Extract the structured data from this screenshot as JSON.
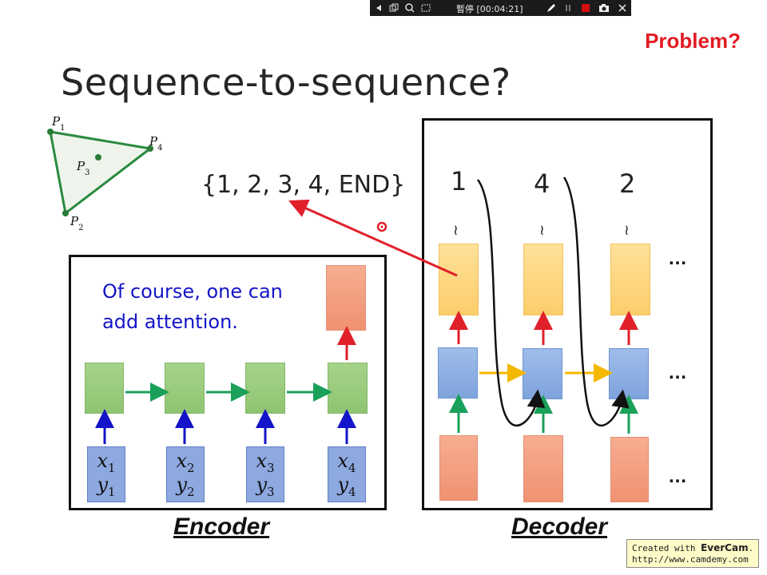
{
  "toolbar": {
    "status": "暫停",
    "time": "[00:04:21]",
    "icons": [
      "close-icon",
      "minimize-icon",
      "restore-icon",
      "zoom-icon",
      "region-icon",
      "pen-icon",
      "pause-icon",
      "stop-icon",
      "camera-icon",
      "exit-icon"
    ]
  },
  "slide": {
    "problem_label": "Problem?",
    "title": "Sequence-to-sequence?",
    "set_text": "{1, 2, 3, 4, END}",
    "attention_note_line1": "Of course, one can",
    "attention_note_line2": "add attention.",
    "triangle": {
      "p1": "P",
      "p1_sub": "1",
      "p2": "P",
      "p2_sub": "2",
      "p3": "P",
      "p3_sub": "3",
      "p4": "P",
      "p4_sub": "4"
    },
    "encoder": {
      "label": "Encoder",
      "inputs": [
        {
          "x": "x",
          "x_sub": "1",
          "y": "y",
          "y_sub": "1"
        },
        {
          "x": "x",
          "x_sub": "2",
          "y": "y",
          "y_sub": "2"
        },
        {
          "x": "x",
          "x_sub": "3",
          "y": "y",
          "y_sub": "3"
        },
        {
          "x": "x",
          "x_sub": "4",
          "y": "y",
          "y_sub": "4"
        }
      ]
    },
    "decoder": {
      "label": "Decoder",
      "outputs": [
        "1",
        "4",
        "2"
      ],
      "tilde": "≀",
      "ellipsis": "…"
    }
  },
  "credit": {
    "line1_prefix": "Created with ",
    "brand": "EverCam",
    "line1_suffix": ".",
    "line2": "http://www.camdemy.com"
  },
  "colors": {
    "accent_red": "#e31b23",
    "note_blue": "#1414c8",
    "green_arrow": "#1aa05a",
    "blue_arrow": "#1414c8",
    "red_arrow": "#e0202a",
    "yellow_arrow": "#f5b800"
  }
}
